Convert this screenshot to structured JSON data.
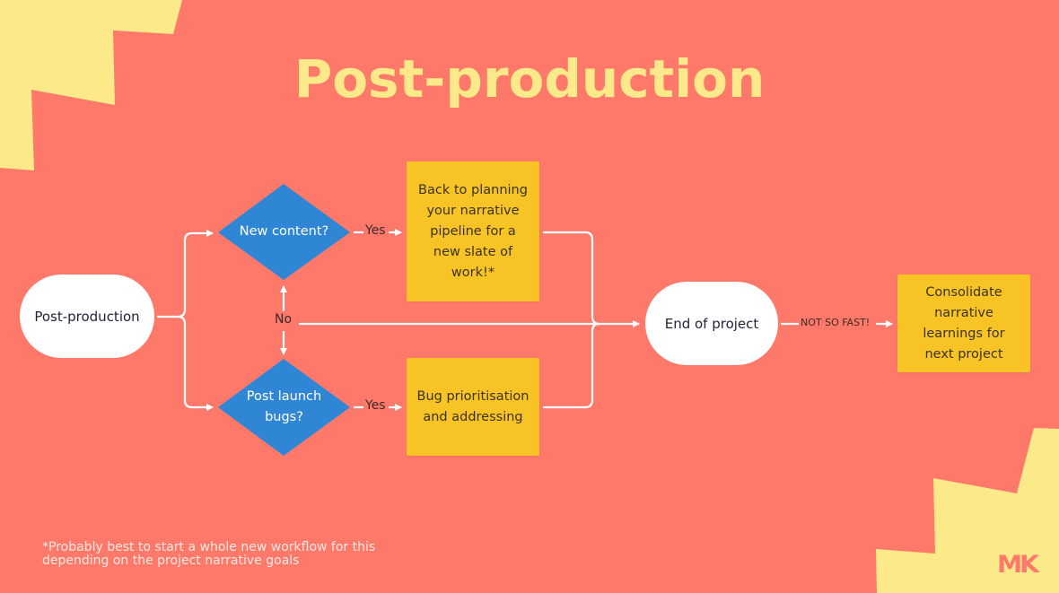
{
  "title": "Post-production",
  "colors": {
    "background": "#ff796a",
    "accent_yellow": "#fce98a",
    "decision_blue": "#2f86d4",
    "process_yellow": "#f7c325",
    "terminal_white": "#ffffff",
    "connector": "#ffffff"
  },
  "nodes": {
    "start": {
      "type": "terminal",
      "label": "Post-production"
    },
    "decision_new_content": {
      "type": "decision",
      "label_lines": [
        "New content?"
      ]
    },
    "decision_bugs": {
      "type": "decision",
      "label_lines": [
        "Post launch",
        "bugs?"
      ]
    },
    "process_planning": {
      "type": "process",
      "label": "Back to planning your narrative pipeline for a new slate of work!*"
    },
    "process_bugs": {
      "type": "process",
      "label": "Bug prioritisation and addressing"
    },
    "end": {
      "type": "terminal",
      "label": "End of project"
    },
    "process_consolidate": {
      "type": "process",
      "label": "Consolidate narrative learnings for next project"
    }
  },
  "edges": {
    "yes_new_content": "Yes",
    "yes_bugs": "Yes",
    "no": "No",
    "not_so_fast": "NOT SO FAST!"
  },
  "footnote": {
    "line1": "*Probably best to start a whole new workflow for this",
    "line2": "depending on the project narrative goals"
  },
  "logo": "MK"
}
